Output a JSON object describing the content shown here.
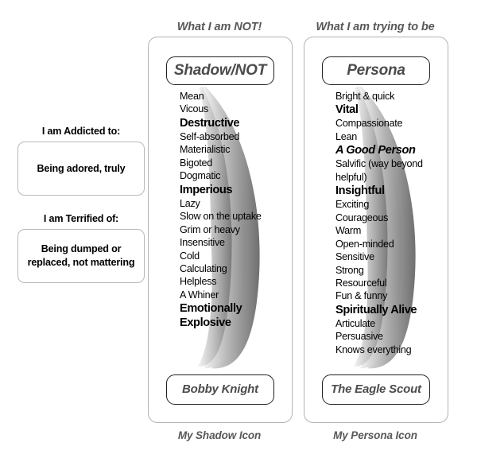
{
  "columns": {
    "shadow": {
      "caption": "What I am NOT!",
      "archetype": "Shadow/NOT",
      "icon_label": "Bobby Knight",
      "footer": "My Shadow Icon",
      "traits": [
        {
          "text": "Mean",
          "style": "normal"
        },
        {
          "text": "Vicous",
          "style": "normal"
        },
        {
          "text": "Destructive",
          "style": "bold"
        },
        {
          "text": "Self-absorbed",
          "style": "normal"
        },
        {
          "text": "Materialistic",
          "style": "normal"
        },
        {
          "text": "Bigoted",
          "style": "normal"
        },
        {
          "text": "Dogmatic",
          "style": "normal"
        },
        {
          "text": "Imperious",
          "style": "bold"
        },
        {
          "text": "Lazy",
          "style": "normal"
        },
        {
          "text": "Slow on the uptake",
          "style": "normal"
        },
        {
          "text": "Grim or heavy",
          "style": "normal"
        },
        {
          "text": "Insensitive",
          "style": "normal"
        },
        {
          "text": "Cold",
          "style": "normal"
        },
        {
          "text": "Calculating",
          "style": "normal"
        },
        {
          "text": "Helpless",
          "style": "normal"
        },
        {
          "text": "A Whiner",
          "style": "normal"
        },
        {
          "text": "Emotionally Explosive",
          "style": "bold-wrap"
        }
      ]
    },
    "persona": {
      "caption": "What I am trying to be",
      "archetype": "Persona",
      "icon_label": "The Eagle Scout",
      "footer": "My Persona Icon",
      "traits": [
        {
          "text": "Bright & quick",
          "style": "normal"
        },
        {
          "text": "Vital",
          "style": "bold"
        },
        {
          "text": "Compassionate",
          "style": "normal"
        },
        {
          "text": "Lean",
          "style": "normal"
        },
        {
          "text": "A Good Person",
          "style": "bold-italic"
        },
        {
          "text": "Salvific (way beyond helpful)",
          "style": "normal-wrap"
        },
        {
          "text": "Insightful",
          "style": "bold"
        },
        {
          "text": "Exciting",
          "style": "normal"
        },
        {
          "text": "Courageous",
          "style": "normal"
        },
        {
          "text": "Warm",
          "style": "normal"
        },
        {
          "text": "Open-minded",
          "style": "normal"
        },
        {
          "text": "Sensitive",
          "style": "normal"
        },
        {
          "text": "Strong",
          "style": "normal"
        },
        {
          "text": "Resourceful",
          "style": "normal"
        },
        {
          "text": "Fun & funny",
          "style": "normal"
        },
        {
          "text": "Spiritually Alive",
          "style": "bold"
        },
        {
          "text": "Articulate",
          "style": "normal"
        },
        {
          "text": "Persuasive",
          "style": "normal"
        },
        {
          "text": "Knows everything",
          "style": "normal"
        }
      ]
    }
  },
  "side_panels": [
    {
      "label": "I am Addicted to:",
      "value": "Being adored, truly"
    },
    {
      "label": "I am Terrified of:",
      "value": "Being dumped or replaced, not mattering"
    }
  ],
  "colors": {
    "panel_border": "#b3b3b3",
    "pill_border": "#231f20",
    "pill_text": "#4c4c4e",
    "caption_text": "#58585a",
    "trait_text": "#000000",
    "ribbon_light": "#f2f2f2",
    "ribbon_mid": "#a8a8a8",
    "ribbon_dark": "#7d7d7d",
    "background": "#ffffff"
  }
}
